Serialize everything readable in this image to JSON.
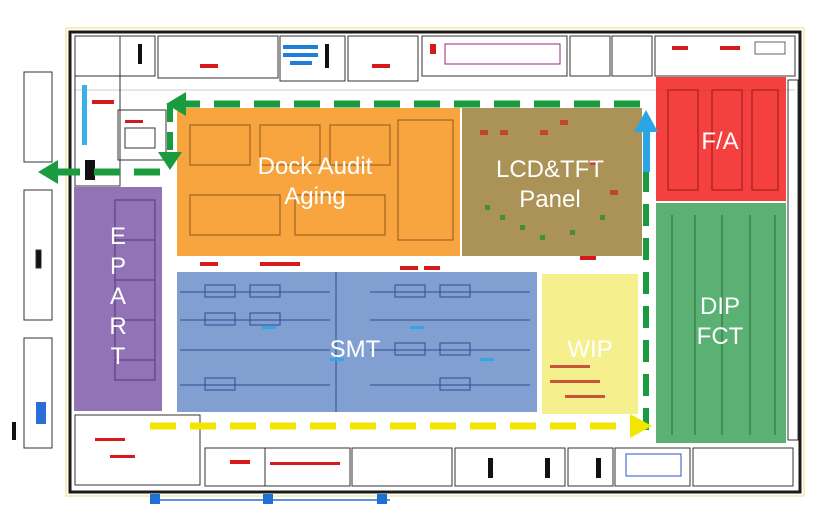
{
  "diagram": {
    "zones": [
      {
        "id": "dock-audit-aging",
        "label": "Dock Audit\nAging",
        "color": "#f7941d"
      },
      {
        "id": "lcd-tft-panel",
        "label": "LCD&TFT\nPanel",
        "color": "#9c7f3a"
      },
      {
        "id": "fa",
        "label": "F/A",
        "color": "#f2201f"
      },
      {
        "id": "epart",
        "label": "E\nP\nA\nR\nT",
        "color": "#7f5aa8"
      },
      {
        "id": "smt",
        "label": "SMT",
        "color": "#6b8fc9"
      },
      {
        "id": "wip",
        "label": "WIP",
        "color": "#f4ec7a"
      },
      {
        "id": "dip-fct",
        "label": "DIP\nFCT",
        "color": "#3ea35a"
      }
    ],
    "flow_colors": {
      "green_route": "#1a9b3e",
      "yellow_route": "#f2e600",
      "blue_arrow": "#2aa6e6"
    }
  }
}
